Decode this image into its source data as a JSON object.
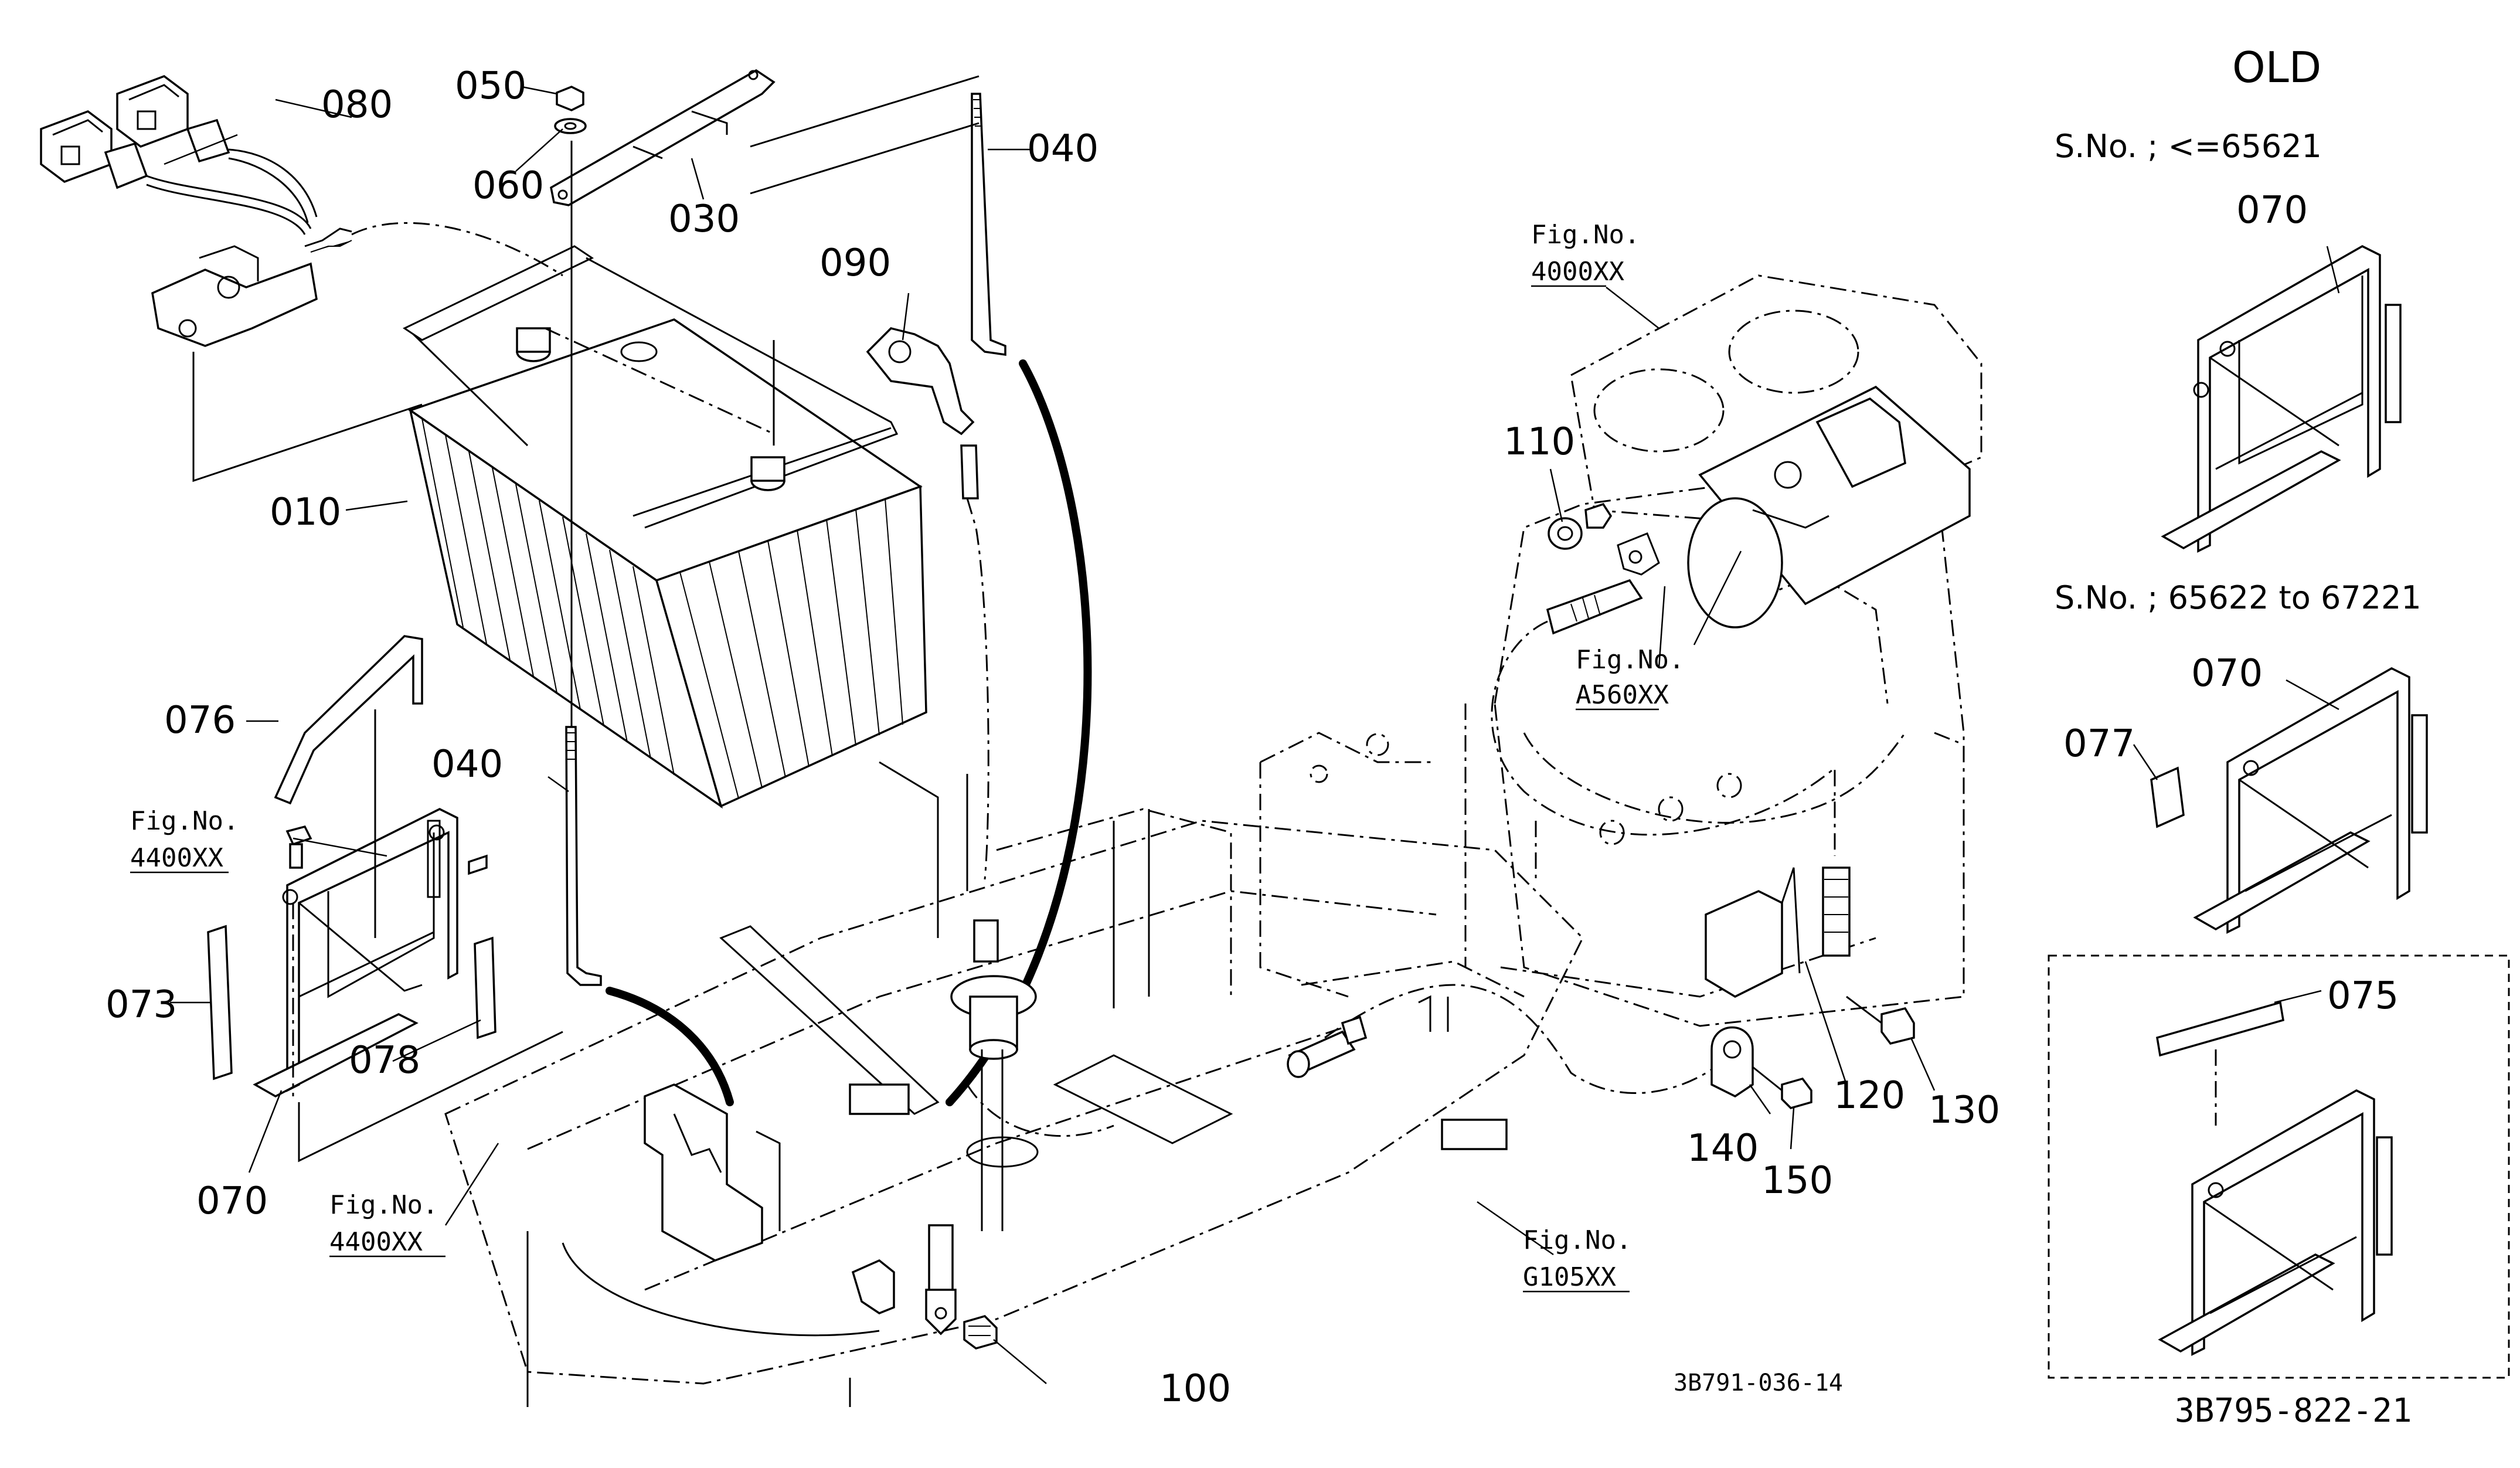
{
  "title": "OLD",
  "serials": {
    "range1": "S.No. ; <=65621",
    "range2": "S.No. ; 65622 to 67221"
  },
  "part_labels": {
    "p010": "010",
    "p030": "030",
    "p040a": "040",
    "p040b": "040",
    "p050": "050",
    "p060": "060",
    "p070a": "070",
    "p070b": "070",
    "p070c": "070",
    "p073": "073",
    "p075": "075",
    "p076": "076",
    "p077": "077",
    "p078": "078",
    "p080": "080",
    "p090": "090",
    "p100": "100",
    "p110": "110",
    "p120": "120",
    "p130": "130",
    "p140": "140",
    "p150": "150"
  },
  "figure_refs": {
    "prefix": "Fig.No.",
    "engine": "4000XX",
    "starter": "A560XX",
    "left_bracket": "4400XX",
    "frame": "4400XX",
    "floor": "G105XX"
  },
  "drawing_codes": {
    "main": "3B791-036-14",
    "inset": "3B795-822-21"
  },
  "colors": {
    "line": "#000000",
    "background": "#ffffff"
  }
}
